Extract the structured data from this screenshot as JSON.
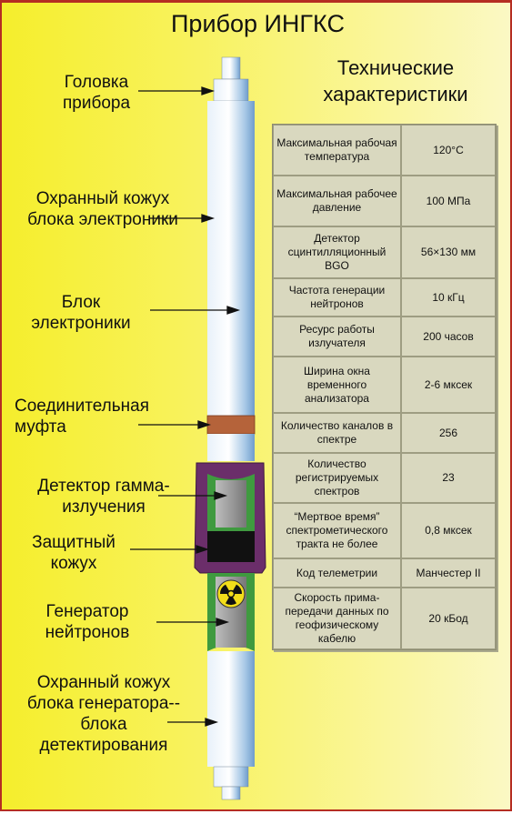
{
  "title": "Прибор ИНГКС",
  "spec_title": "Технические характеристики",
  "labels": {
    "head": "Головка прибора",
    "electronics_housing": "Охранный кожух блока электроники",
    "electronics_block": "Блок электроники",
    "coupling": "Соединительная муфта",
    "gamma_detector": "Детектор гамма-излучения",
    "protective_housing": "Защитный кожух",
    "neutron_generator": "Генератор нейтронов",
    "generator_housing": "Охранный кожух блока генератора--блока детектирования"
  },
  "specs": [
    {
      "param": "Максимальная рабочая температура",
      "value": "120°С"
    },
    {
      "param": "Максимальная рабочее давление",
      "value": "100 МПа"
    },
    {
      "param": "Детектор сцинтилляционный BGO",
      "value": "56×130 мм"
    },
    {
      "param": "Частота генерации нейтронов",
      "value": "10 кГц"
    },
    {
      "param": "Ресурс работы излучателя",
      "value": "200 часов"
    },
    {
      "param": "Ширина окна временного анализатора",
      "value": "2-6 мксек"
    },
    {
      "param": "Количество каналов в спектре",
      "value": "256"
    },
    {
      "param": "Количество регистрируемых спектров",
      "value": "23"
    },
    {
      "param": "“Мертвое время” спектрометического тракта не более",
      "value": "0,8 мксек"
    },
    {
      "param": "Код телеметрии",
      "value": "Манчестер II"
    },
    {
      "param": "Скорость прима-передачи данных по геофизическому кабелю",
      "value": "20 кБод"
    }
  ],
  "colors": {
    "tool_body": "#c6dcef",
    "coupling": "#b5633a",
    "shield": "#6b2e6a",
    "gamma_detector": "#3f9a3f",
    "protective_housing": "#111111",
    "border": "#b52d22",
    "background_accent": "#f5ee2c"
  },
  "icons": {
    "radiation": "radiation-trefoil-icon"
  }
}
